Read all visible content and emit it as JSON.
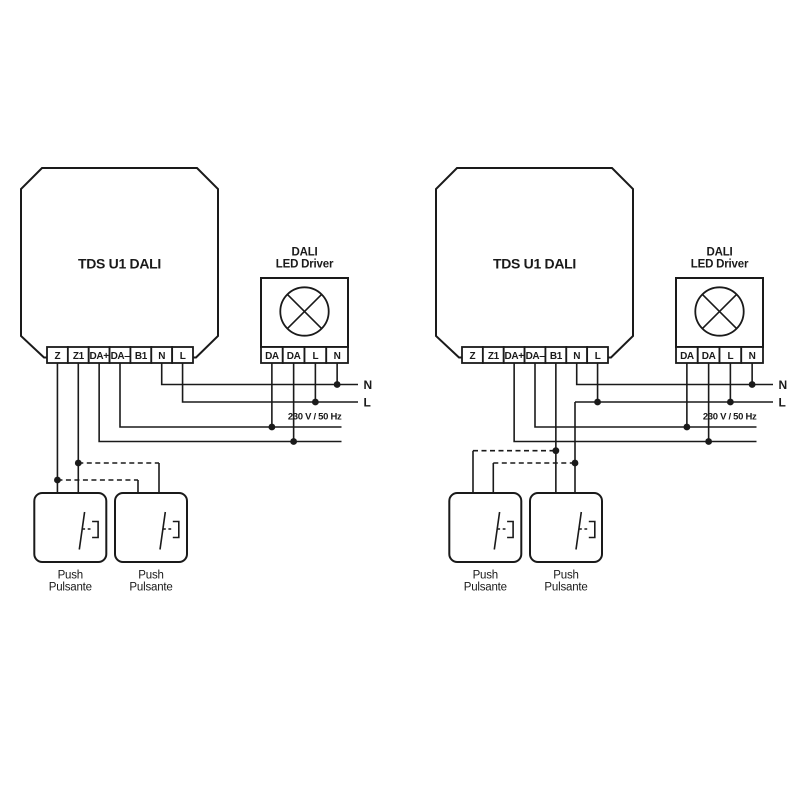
{
  "colors": {
    "ink": "#1a1a1a",
    "background": "#ffffff"
  },
  "diagrams": [
    {
      "module": {
        "label": "TDS U1 DALI",
        "terminals": [
          "Z",
          "Z1",
          "DA+",
          "DA–",
          "B1",
          "N",
          "L"
        ]
      },
      "driver": {
        "title_line1": "DALI",
        "title_line2": "LED Driver",
        "terminals": [
          "DA",
          "DA",
          "L",
          "N"
        ]
      },
      "power": {
        "neutral": "N",
        "line": "L",
        "voltage": "230 V / 50 Hz"
      },
      "push_buttons": [
        {
          "line1": "Push",
          "line2": "Pulsante"
        },
        {
          "line1": "Push",
          "line2": "Pulsante"
        }
      ]
    },
    {
      "module": {
        "label": "TDS U1 DALI",
        "terminals": [
          "Z",
          "Z1",
          "DA+",
          "DA–",
          "B1",
          "N",
          "L"
        ]
      },
      "driver": {
        "title_line1": "DALI",
        "title_line2": "LED Driver",
        "terminals": [
          "DA",
          "DA",
          "L",
          "N"
        ]
      },
      "power": {
        "neutral": "N",
        "line": "L",
        "voltage": "230 V / 50 Hz"
      },
      "push_buttons": [
        {
          "line1": "Push",
          "line2": "Pulsante"
        },
        {
          "line1": "Push",
          "line2": "Pulsante"
        }
      ]
    }
  ]
}
